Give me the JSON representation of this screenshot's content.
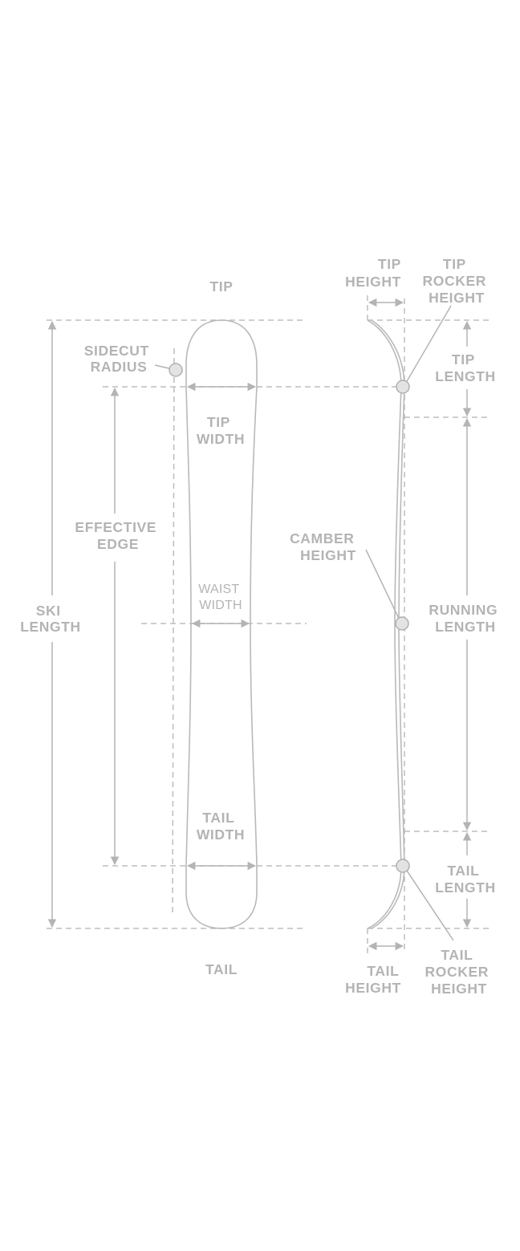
{
  "labels": {
    "tip": "TIP",
    "tail": "TAIL",
    "sidecut_radius": [
      "SIDECUT",
      "RADIUS"
    ],
    "tip_width": [
      "TIP",
      "WIDTH"
    ],
    "effective_edge": [
      "EFFECTIVE",
      "EDGE"
    ],
    "waist_width": [
      "WAIST",
      "WIDTH"
    ],
    "ski_length": [
      "SKI",
      "LENGTH"
    ],
    "tail_width": [
      "TAIL",
      "WIDTH"
    ],
    "tip_height": [
      "TIP",
      "HEIGHT"
    ],
    "tip_rocker_height": [
      "TIP",
      "ROCKER",
      "HEIGHT"
    ],
    "tip_length": [
      "TIP",
      "LENGTH"
    ],
    "camber_height": [
      "CAMBER",
      "HEIGHT"
    ],
    "running_length": [
      "RUNNING",
      "LENGTH"
    ],
    "tail_length": [
      "TAIL",
      "LENGTH"
    ],
    "tail_height": [
      "TAIL",
      "HEIGHT"
    ],
    "tail_rocker_height": [
      "TAIL",
      "ROCKER",
      "HEIGHT"
    ]
  },
  "colors": {
    "line": "#b4b4b4",
    "text": "#b4b4b4",
    "dot_fill": "#e3e3e3",
    "background": "#ffffff"
  }
}
